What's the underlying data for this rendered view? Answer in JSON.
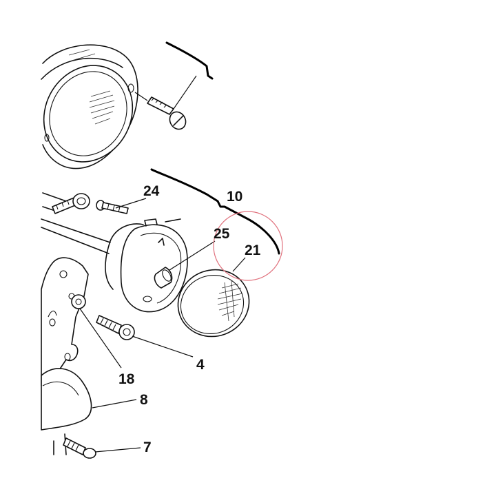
{
  "callouts": {
    "c24": "24",
    "c10": "10",
    "c25": "25",
    "c21": "21",
    "c4": "4",
    "c18": "18",
    "c8": "8",
    "c7": "7"
  },
  "colors": {
    "line": "#111111",
    "highlight_circle": "#e0707c",
    "background": "#ffffff"
  }
}
